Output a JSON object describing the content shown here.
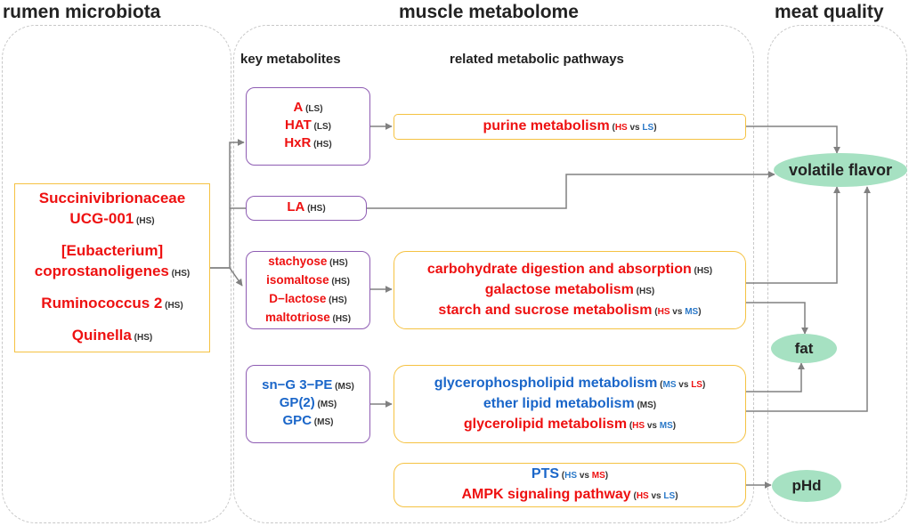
{
  "headers": {
    "rumen": "rumen microbiota",
    "muscle": "muscle metabolome",
    "meat": "meat quality",
    "key": "key metabolites",
    "pathways": "related metabolic pathways"
  },
  "colors": {
    "red": "#ee1111",
    "blue": "#1a66c9",
    "yellow_border": "#f5c242",
    "purple_border": "#8e5cb3",
    "ellipse": "#a6e1c2",
    "arrow": "#808080"
  },
  "bacteria": [
    {
      "lines": [
        {
          "text": "Succinivibrionaceae",
          "tag": ""
        },
        {
          "text": "UCG-001",
          "tag": " (HS)"
        }
      ]
    },
    {
      "lines": [
        {
          "text": "[Eubacterium]",
          "tag": ""
        },
        {
          "text": "coprostanoligenes",
          "tag": " (HS)"
        }
      ]
    },
    {
      "lines": [
        {
          "text": "Ruminococcus 2",
          "tag": " (HS)"
        }
      ]
    },
    {
      "lines": [
        {
          "text": "Quinella",
          "tag": " (HS)"
        }
      ]
    }
  ],
  "metabolite_groups": [
    {
      "items": [
        {
          "text": "A",
          "tag": " (LS)"
        },
        {
          "text": "HAT",
          "tag": " (LS)"
        },
        {
          "text": "HxR",
          "tag": " (HS)"
        }
      ]
    },
    {
      "items": [
        {
          "text": "LA",
          "tag": " (HS)"
        }
      ]
    },
    {
      "items": [
        {
          "text": "stachyose",
          "tag": " (HS)"
        },
        {
          "text": "isomaltose",
          "tag": " (HS)"
        },
        {
          "text": "D−lactose",
          "tag": " (HS)"
        },
        {
          "text": "maltotriose",
          "tag": " (HS)"
        }
      ]
    },
    {
      "items": [
        {
          "text": "sn−G 3−PE",
          "tag": " (MS)"
        },
        {
          "text": "GP(2)",
          "tag": " (MS)"
        },
        {
          "text": "GPC",
          "tag": " (MS)"
        }
      ]
    }
  ],
  "pathway_groups": [
    {
      "items": [
        {
          "text": "purine metabolism",
          "tag_open": " (",
          "a": "HS",
          "vs": " vs ",
          "b": "LS",
          "tag_close": ")"
        }
      ]
    },
    {
      "items": [
        {
          "text": "carbohydrate digestion and absorption",
          "tag": " (HS)"
        },
        {
          "text": "galactose metabolism",
          "tag": " (HS)"
        },
        {
          "text": "starch and sucrose metabolism",
          "tag_open": " (",
          "a": "HS",
          "vs": " vs ",
          "b": "MS",
          "tag_close": ")"
        }
      ]
    },
    {
      "items": [
        {
          "text": "glycerophospholipid metabolism",
          "tag_open": " (",
          "a": "MS",
          "vs": " vs ",
          "b": "LS",
          "tag_close": ")"
        },
        {
          "text": "ether lipid metabolism",
          "tag": " (MS)"
        },
        {
          "text": "glycerolipid metabolism",
          "tag_open": " (",
          "a": "HS",
          "vs": " vs ",
          "b": "MS",
          "tag_close": ")"
        }
      ]
    },
    {
      "items": [
        {
          "text": "PTS",
          "tag_open": " (",
          "a": "HS",
          "vs": " vs ",
          "b": "MS",
          "tag_close": ")"
        },
        {
          "text": "AMPK signaling pathway",
          "tag_open": " (",
          "a": "HS",
          "vs": " vs ",
          "b": "LS",
          "tag_close": ")"
        }
      ]
    }
  ],
  "outcomes": {
    "volatile": "volatile flavor",
    "fat": "fat",
    "phd": "pHd"
  }
}
